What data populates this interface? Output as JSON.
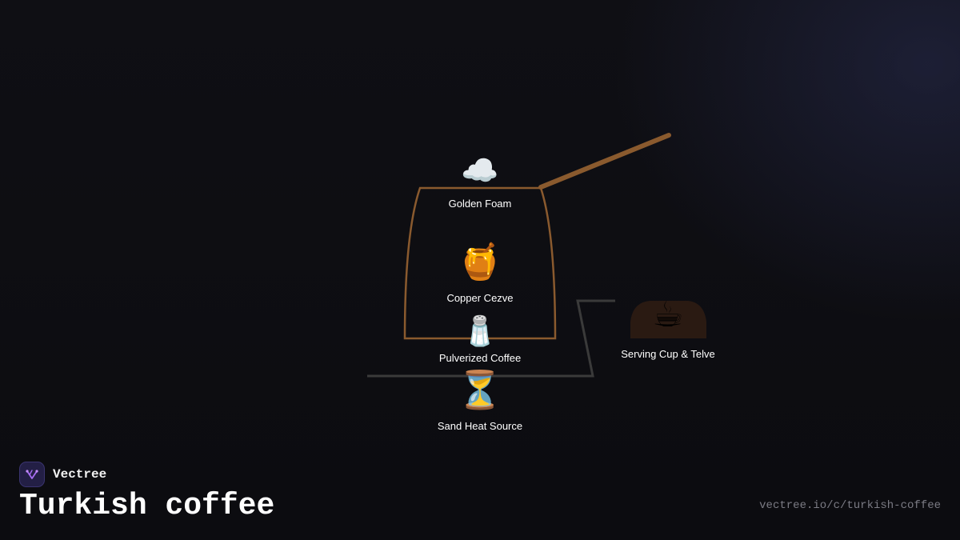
{
  "brand": {
    "name": "Vectree",
    "logo_icon": "tree-branch-icon",
    "accent": "#a66cf2"
  },
  "page": {
    "title": "Turkish coffee",
    "url": "vectree.io/c/turkish-coffee"
  },
  "colors": {
    "cezve_outline": "#8a5a2e",
    "connector_line": "#3a3a3a",
    "cup_saucer": "#2a1a12"
  },
  "diagram": {
    "nodes": [
      {
        "id": "golden-foam",
        "label": "Golden Foam",
        "icon": "cloud-icon",
        "glyph": "☁️"
      },
      {
        "id": "copper-cezve",
        "label": "Copper Cezve",
        "icon": "honey-pot-icon",
        "glyph": "🍯"
      },
      {
        "id": "pulverized-coffee",
        "label": "Pulverized Coffee",
        "icon": "salt-shaker-icon",
        "glyph": "🧂"
      },
      {
        "id": "sand-heat-source",
        "label": "Sand Heat Source",
        "icon": "hourglass-icon",
        "glyph": "⏳"
      },
      {
        "id": "serving-cup",
        "label": "Serving Cup & Telve",
        "icon": "hot-beverage-icon",
        "glyph": "☕"
      }
    ]
  }
}
